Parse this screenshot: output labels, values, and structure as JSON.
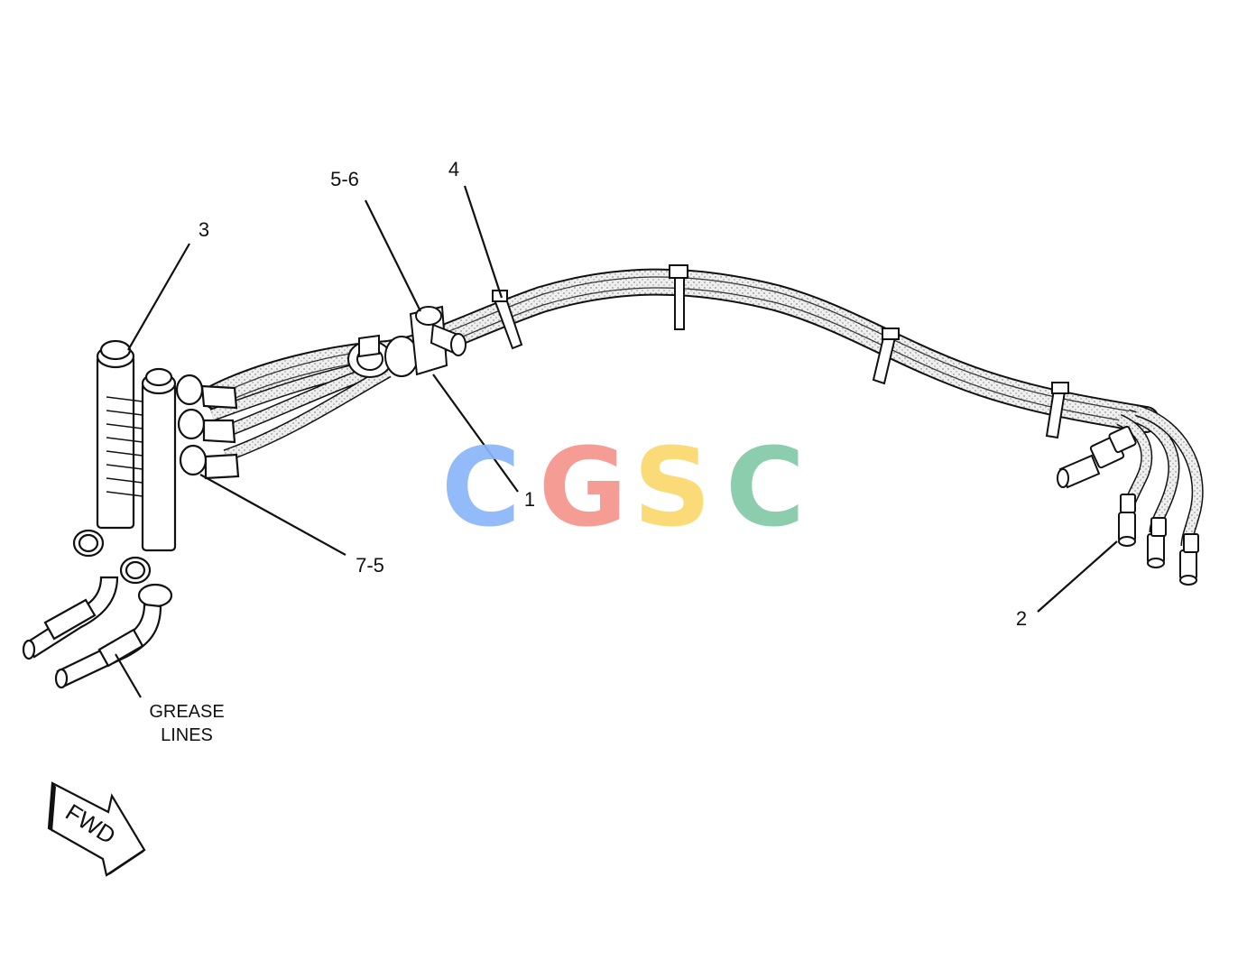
{
  "diagram": {
    "callouts": {
      "c1": "1",
      "c2": "2",
      "c3": "3",
      "c4": "4",
      "c56": "5-6",
      "c75": "7-5"
    },
    "note": {
      "line1": "GREASE",
      "line2": "LINES"
    },
    "direction_label": "FWD",
    "watermark": {
      "letters": [
        "C",
        "G",
        "S",
        "C"
      ],
      "colors": [
        "#8ab4f8",
        "#f4958c",
        "#fbd86b",
        "#81c9a6"
      ]
    },
    "line_color": "#111111",
    "hose_fill": "#e6e6e6"
  }
}
